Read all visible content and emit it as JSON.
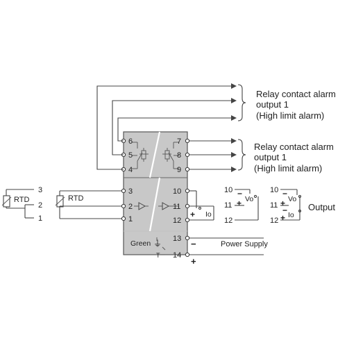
{
  "alarm1": {
    "label_line1": "Relay contact alarm",
    "label_line2": "output 1",
    "label_line3": "(High limit alarm)"
  },
  "alarm2": {
    "label_line1": "Relay contact alarm",
    "label_line2": "output 1",
    "label_line3": "(High limit alarm)"
  },
  "input": {
    "rtd_left_label": "RTD",
    "rtd_right_label": "RTD",
    "left_terminals": [
      "3",
      "2",
      "1"
    ]
  },
  "module": {
    "left_terminals": [
      "6",
      "5",
      "4",
      "3",
      "2",
      "1"
    ],
    "right_terminals": [
      "7",
      "8",
      "9",
      "10",
      "11",
      "12",
      "13",
      "14"
    ],
    "green_label": "Green",
    "ground_symbol": "⏚",
    "t_label": "T"
  },
  "output": {
    "label": "Output",
    "vo_label": "Vo",
    "io_label": "Io",
    "plus": "+",
    "minus": "−",
    "option_a_terminals": [
      "10",
      "11",
      "12"
    ],
    "option_b_terminals": [
      "10",
      "11",
      "12"
    ]
  },
  "power": {
    "label": "Power Supply",
    "minus": "−",
    "plus": "+"
  },
  "colors": {
    "module_fill": "#c8c8c8",
    "module_stroke": "#555555",
    "wire": "#444444"
  }
}
